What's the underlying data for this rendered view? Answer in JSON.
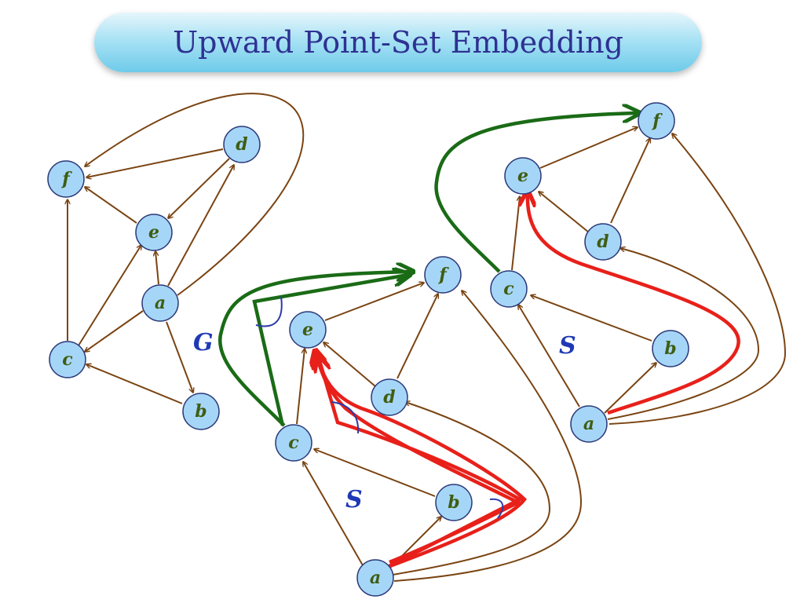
{
  "title": "Upward Point-Set Embedding",
  "labels": {
    "G": "G",
    "S_middle": "S",
    "S_right": "S"
  },
  "node_labels": {
    "a": "a",
    "b": "b",
    "c": "c",
    "d": "d",
    "e": "e",
    "f": "f"
  },
  "colors": {
    "node_fill": "#a6d6f7",
    "node_label": "#3f5d12",
    "edge": "#7a4412",
    "green_edge": "#1a6b16",
    "red_edge": "#e8201a",
    "angle_mark": "#2b3aa8",
    "title_text": "#2e3192"
  }
}
